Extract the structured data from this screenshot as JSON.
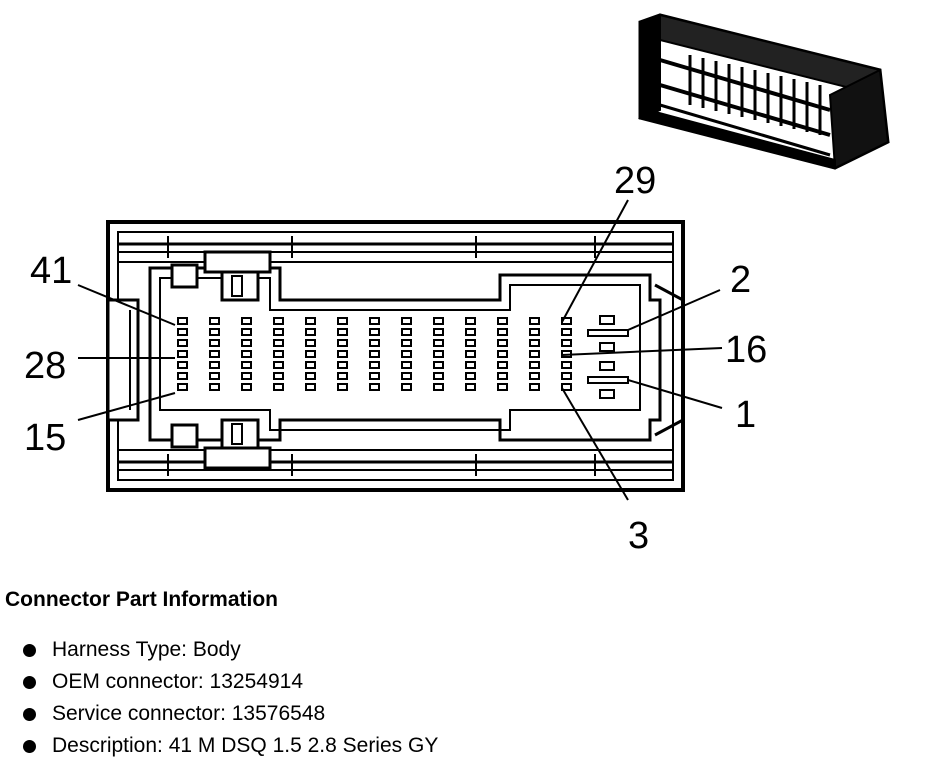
{
  "diagram": {
    "pin_labels": {
      "top_left": "41",
      "mid_left": "28",
      "bottom_left": "15",
      "top_right": "29",
      "right_upper": "2",
      "right_mid": "16",
      "right_lower": "1",
      "bottom_right": "3"
    }
  },
  "info": {
    "title": "Connector Part Information",
    "items": [
      {
        "label": "Harness Type: Body"
      },
      {
        "label": "OEM connector: 13254914"
      },
      {
        "label": "Service connector: 13576548"
      },
      {
        "label": "Description: 41 M DSQ 1.5 2.8 Series GY"
      }
    ]
  }
}
